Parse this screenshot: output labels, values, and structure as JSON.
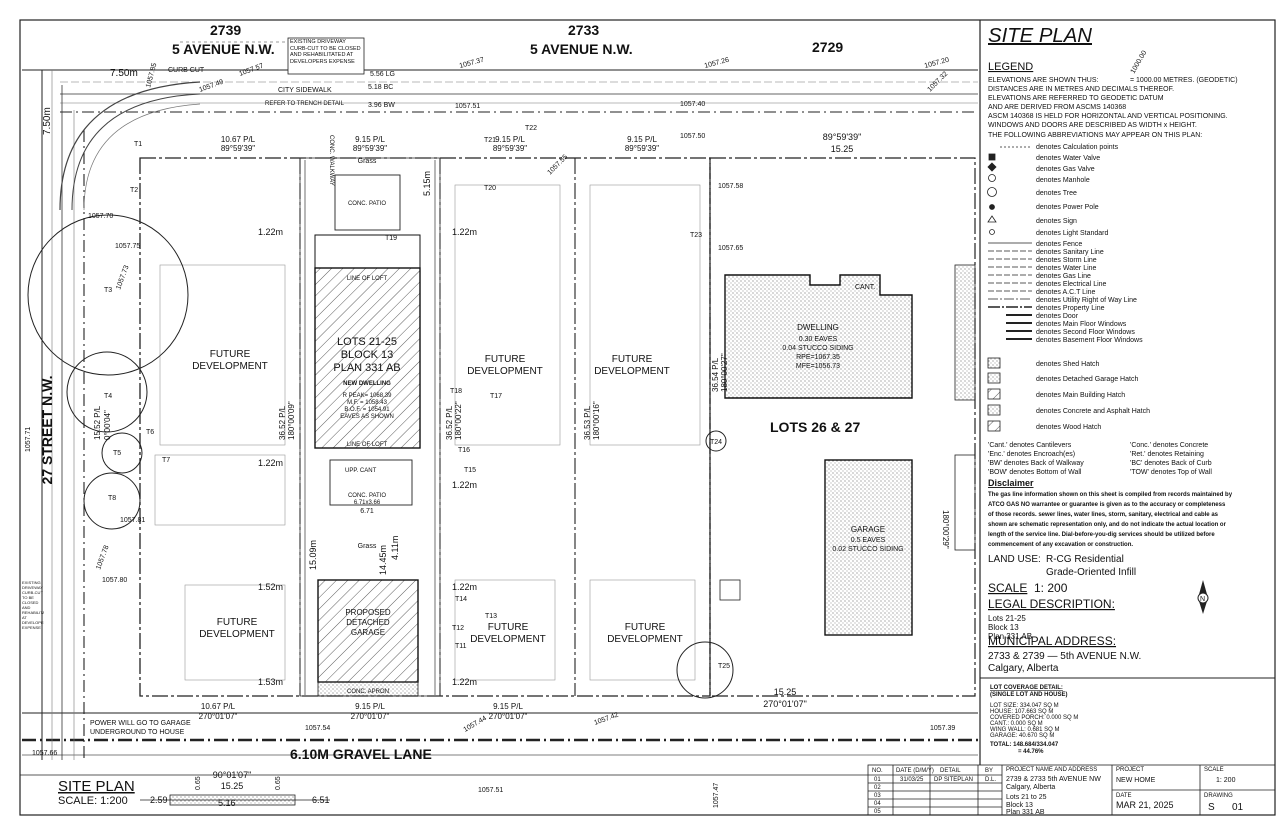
{
  "streets": {
    "top_label": "5 AVENUE N.W.",
    "top_label_left": "5 AVENUE N.W.",
    "left_label": "27 STREET N.W.",
    "bottom_label": "6.10M GRAVEL LANE"
  },
  "house_numbers": [
    "2739",
    "2733",
    "2729"
  ],
  "top_notes": {
    "existing_curb": "EXISTING DRIVEWAY CURB-CUT TO BE CLOSED AND REHABILITATED AT DEVELOPERS EXPENSE",
    "curb_cut": "CURB CUT",
    "city_sidewalk": "CITY SIDEWALK",
    "refer_trench": "REFER TO TRENCH DETAIL",
    "lg": "5.56 LG",
    "bc": "5.18 BC",
    "bw": "3.96 BW",
    "corner_left": "7.50m",
    "corner_down": "7.50m"
  },
  "bottom_notes": {
    "power": "POWER WILL GO TO GARAGE UNDERGROUND TO HOUSE",
    "left_curb": "EXISTING DRIVEWAY CURB-CUT TO BE CLOSED AND REHABILITATED AT DEVELOPERS EXPENSE"
  },
  "subject": {
    "lots": "LOTS 21-25",
    "block": "BLOCK 13",
    "plan": "PLAN 331 AB",
    "new_dwelling": "NEW DWELLING",
    "r_peak": "R PEAK= 1068.39",
    "mf": "M.F. = 1058.43",
    "bof": "B.O.F. = 1054.91",
    "eaves": "EAVES AS SHOWN",
    "line_loft_top": "LINE OF LOFT",
    "line_loft_bottom": "LINE OF LOFT",
    "upp_cant": "UPP. CANT",
    "conc_patio_top": "CONC. PATIO",
    "conc_patio_mid": "CONC. PATIO",
    "patio_dims": "6.71x3.66",
    "patio_width": "6.71",
    "grass_top": "Grass",
    "grass_bottom": "Grass",
    "garage_label": "PROPOSED DETACHED GARAGE",
    "conc_apron": "CONC. APRON",
    "conc_walkway": "CONC. WALKWAY"
  },
  "future_dev": "FUTURE DEVELOPMENT",
  "neighbour": {
    "lots": "LOTS 26 & 27",
    "dwelling": "DWELLING",
    "dwelling_eaves": "0.30 EAVES",
    "dwelling_siding": "0.04 STUCCO SIDING",
    "rpe": "RPE=1067.35",
    "mfe": "MFE=1056.73",
    "cant": "CANT.",
    "garage": "GARAGE",
    "garage_eaves": "0.5 EAVES",
    "garage_siding": "0.02 STUCCO SIDING"
  },
  "dims": {
    "pl_top_1": "10.67 P/L",
    "pl_top_2": "9.15 P/L",
    "pl_top_3": "9.15 P/L",
    "pl_top_4": "9.15 P/L",
    "brg_top": "89°59'39\"",
    "pl_bot_1": "10.67 P/L",
    "pl_bot_2": "9.15 P/L",
    "pl_bot_3": "9.15 P/L",
    "brg_bot": "270°01'07\"",
    "side_1": "36.52 P/L",
    "side_brg_1": "180°00'09\"",
    "side_2": "36.52 P/L",
    "side_brg_2": "180°00'22\"",
    "side_3": "36.53 P/L",
    "side_brg_3": "180°00'16\"",
    "side_4": "36.54 P/L",
    "side_brg_4": "180°00'27\"",
    "frontage": "15.25",
    "brg_right_top": "89°59'39\"",
    "brg_right_bot": "270°01'07\"",
    "brg_right_side": "180°00'29\"",
    "setback_1": "1.22m",
    "setback_2": "1.22m",
    "setback_3": "1.52m",
    "setback_4": "1.53m",
    "front_setback": "5.15m",
    "rear_yard": "15.09m",
    "rear_2": "14.45m",
    "rear_3": "4.11m",
    "corner_pl": "15.52 P/L",
    "corner_brg": "0°00'04\""
  },
  "elevations": [
    "1057.85",
    "1057.57",
    "1057.49",
    "1057.51",
    "1057.37",
    "1057.26",
    "1057.20",
    "1057.32",
    "1057.40",
    "1057.50",
    "1057.55",
    "1057.58",
    "1057.65",
    "1057.70",
    "1057.75",
    "1057.73",
    "1057.71",
    "1057.78",
    "1057.80",
    "1057.81",
    "1057.66",
    "1057.44",
    "1057.54",
    "1057.42",
    "1057.39",
    "1057.47",
    "1057.51"
  ],
  "trees": [
    "T1",
    "T2",
    "T3",
    "T4",
    "T5",
    "T6",
    "T7",
    "T8",
    "T11",
    "T12",
    "T13",
    "T14",
    "T15",
    "T16",
    "T17",
    "T18",
    "T19",
    "T20",
    "T21",
    "T22",
    "T23",
    "T24",
    "T25"
  ],
  "title_block": {
    "title": "SITE PLAN",
    "legend_heading": "LEGEND",
    "elev_note_a": "ELEVATIONS ARE SHOWN THUS:",
    "elev_sample": "1000.00",
    "elev_note_b": "= 1000.00 METRES. (GEODETIC)",
    "notes": [
      "DISTANCES ARE IN METRES AND DECIMALS THEREOF.",
      "ELEVATIONS ARE REFERRED TO GEODETIC DATUM",
      "AND ARE DERIVED FROM ASCMS 140368",
      "ASCM 140368 IS HELD FOR HORIZONTAL AND VERTICAL POSITIONING.",
      "WINDOWS AND DOORS ARE DESCRIBED AS WIDTH x HEIGHT.",
      "THE FOLLOWING ABBREVIATIONS MAY APPEAR ON THIS PLAN:"
    ],
    "legend_items": [
      "denotes Calculation points",
      "denotes Water Valve",
      "denotes Gas Valve",
      "denotes Manhole",
      "denotes Tree",
      "denotes Power Pole",
      "denotes Sign",
      "denotes Light Standard",
      "denotes Fence",
      "denotes Sanitary Line",
      "denotes Storm Line",
      "denotes Water Line",
      "denotes Gas Line",
      "denotes Electrical Line",
      "denotes A.C.T Line",
      "denotes Utility Right of Way Line",
      "denotes Property Line",
      "denotes Door",
      "denotes Main Floor Windows",
      "denotes Second Floor Windows",
      "denotes Basement Floor Windows"
    ],
    "hatch_items": [
      "denotes Shed Hatch",
      "denotes Detached Garage Hatch",
      "denotes Main Building Hatch",
      "denotes Concrete and Asphalt Hatch",
      "denotes Wood Hatch"
    ],
    "abbr_left": [
      "'Cant.' denotes Cantilevers",
      "'Enc.' denotes Encroach(es)",
      "'BW' denotes Back of Walkway",
      "'BOW' denotes Bottom of Wall"
    ],
    "abbr_right": [
      "'Conc.' denotes Concrete",
      "'Ret.' denotes Retaining",
      "'BC' denotes Back of Curb",
      "'TOW' denotes Top of Wall"
    ],
    "disclaimer_heading": "Disclaimer",
    "disclaimer_lines": [
      "The gas line information shown on this sheet is compiled from records maintained by",
      "ATCO GAS NO warrantee or guarantee is given as to the accuracy or completeness",
      "of those records. sewer lines, water lines, storm, sanitary, electrical and cable as",
      "shown are schematic representation only, and do not indicate the actual location or",
      "length of the service line. Dial-before-you-dig services should be utilized before",
      "commencement of any excavation or construction."
    ],
    "land_use_label": "LAND USE:",
    "land_use_1": "R-CG Residential",
    "land_use_2": "Grade-Oriented Infill",
    "scale_label": "SCALE",
    "scale_value": "1: 200",
    "legal_heading": "LEGAL DESCRIPTION:",
    "legal_lines": [
      "Lots 21-25",
      "Block 13",
      "Plan 331 AB"
    ],
    "municipal_heading": "MUNICIPAL ADDRESS:",
    "municipal_lines": [
      "2733 & 2739  — 5th AVENUE N.W.",
      "Calgary, Alberta"
    ],
    "coverage_heading": "LOT COVERAGE DETAIL:",
    "coverage_sub": "(SINGLE LOT AND HOUSE)",
    "coverage_lines": [
      "LOT SIZE: 334.047 SQ M",
      "HOUSE: 107.663 SQ M",
      "COVERED PORCH: 0.000 SQ M",
      "CANT.: 0.000 SQ M",
      "WING WALL: 0.681 SQ M",
      "GARAGE: 40.670 SQ M"
    ],
    "coverage_total": "TOTAL: 148.684/334.047",
    "coverage_pct": "= 44.76%"
  },
  "revision_table": {
    "headers": [
      "NO.",
      "DATE (D/M/Y)",
      "DETAIL",
      "BY"
    ],
    "rows": [
      [
        "01",
        "31/03/25",
        "DP SITEPLAN",
        "D.L."
      ],
      [
        "02",
        "",
        "",
        ""
      ],
      [
        "03",
        "",
        "",
        ""
      ],
      [
        "04",
        "",
        "",
        ""
      ],
      [
        "05",
        "",
        "",
        ""
      ]
    ]
  },
  "project": {
    "name_label": "PROJECT NAME AND ADDRESS",
    "name_1": "2739 & 2733 5th AVENUE NW",
    "name_2": "Calgary, Alberta",
    "lots": "Lots 21 to 25",
    "block": "Block 13",
    "plan": "Plan 331 AB",
    "project_label": "PROJECT",
    "project_value": "NEW HOME",
    "scale_label": "SCALE",
    "scale_value": "1: 200",
    "date_label": "DATE",
    "date_value": "MAR 21, 2025",
    "drawing_label": "DRAWING",
    "drawing_s": "S",
    "drawing_no": "01"
  },
  "bottom_left": {
    "title": "SITE PLAN",
    "scale": "SCALE: 1:200",
    "brg": "90°01'07\"",
    "frontage": "15.25",
    "dim_a": "2.59",
    "dim_b": "5.16",
    "dim_c": "6.51",
    "dim_d": "0.65",
    "dim_e": "0.65"
  }
}
